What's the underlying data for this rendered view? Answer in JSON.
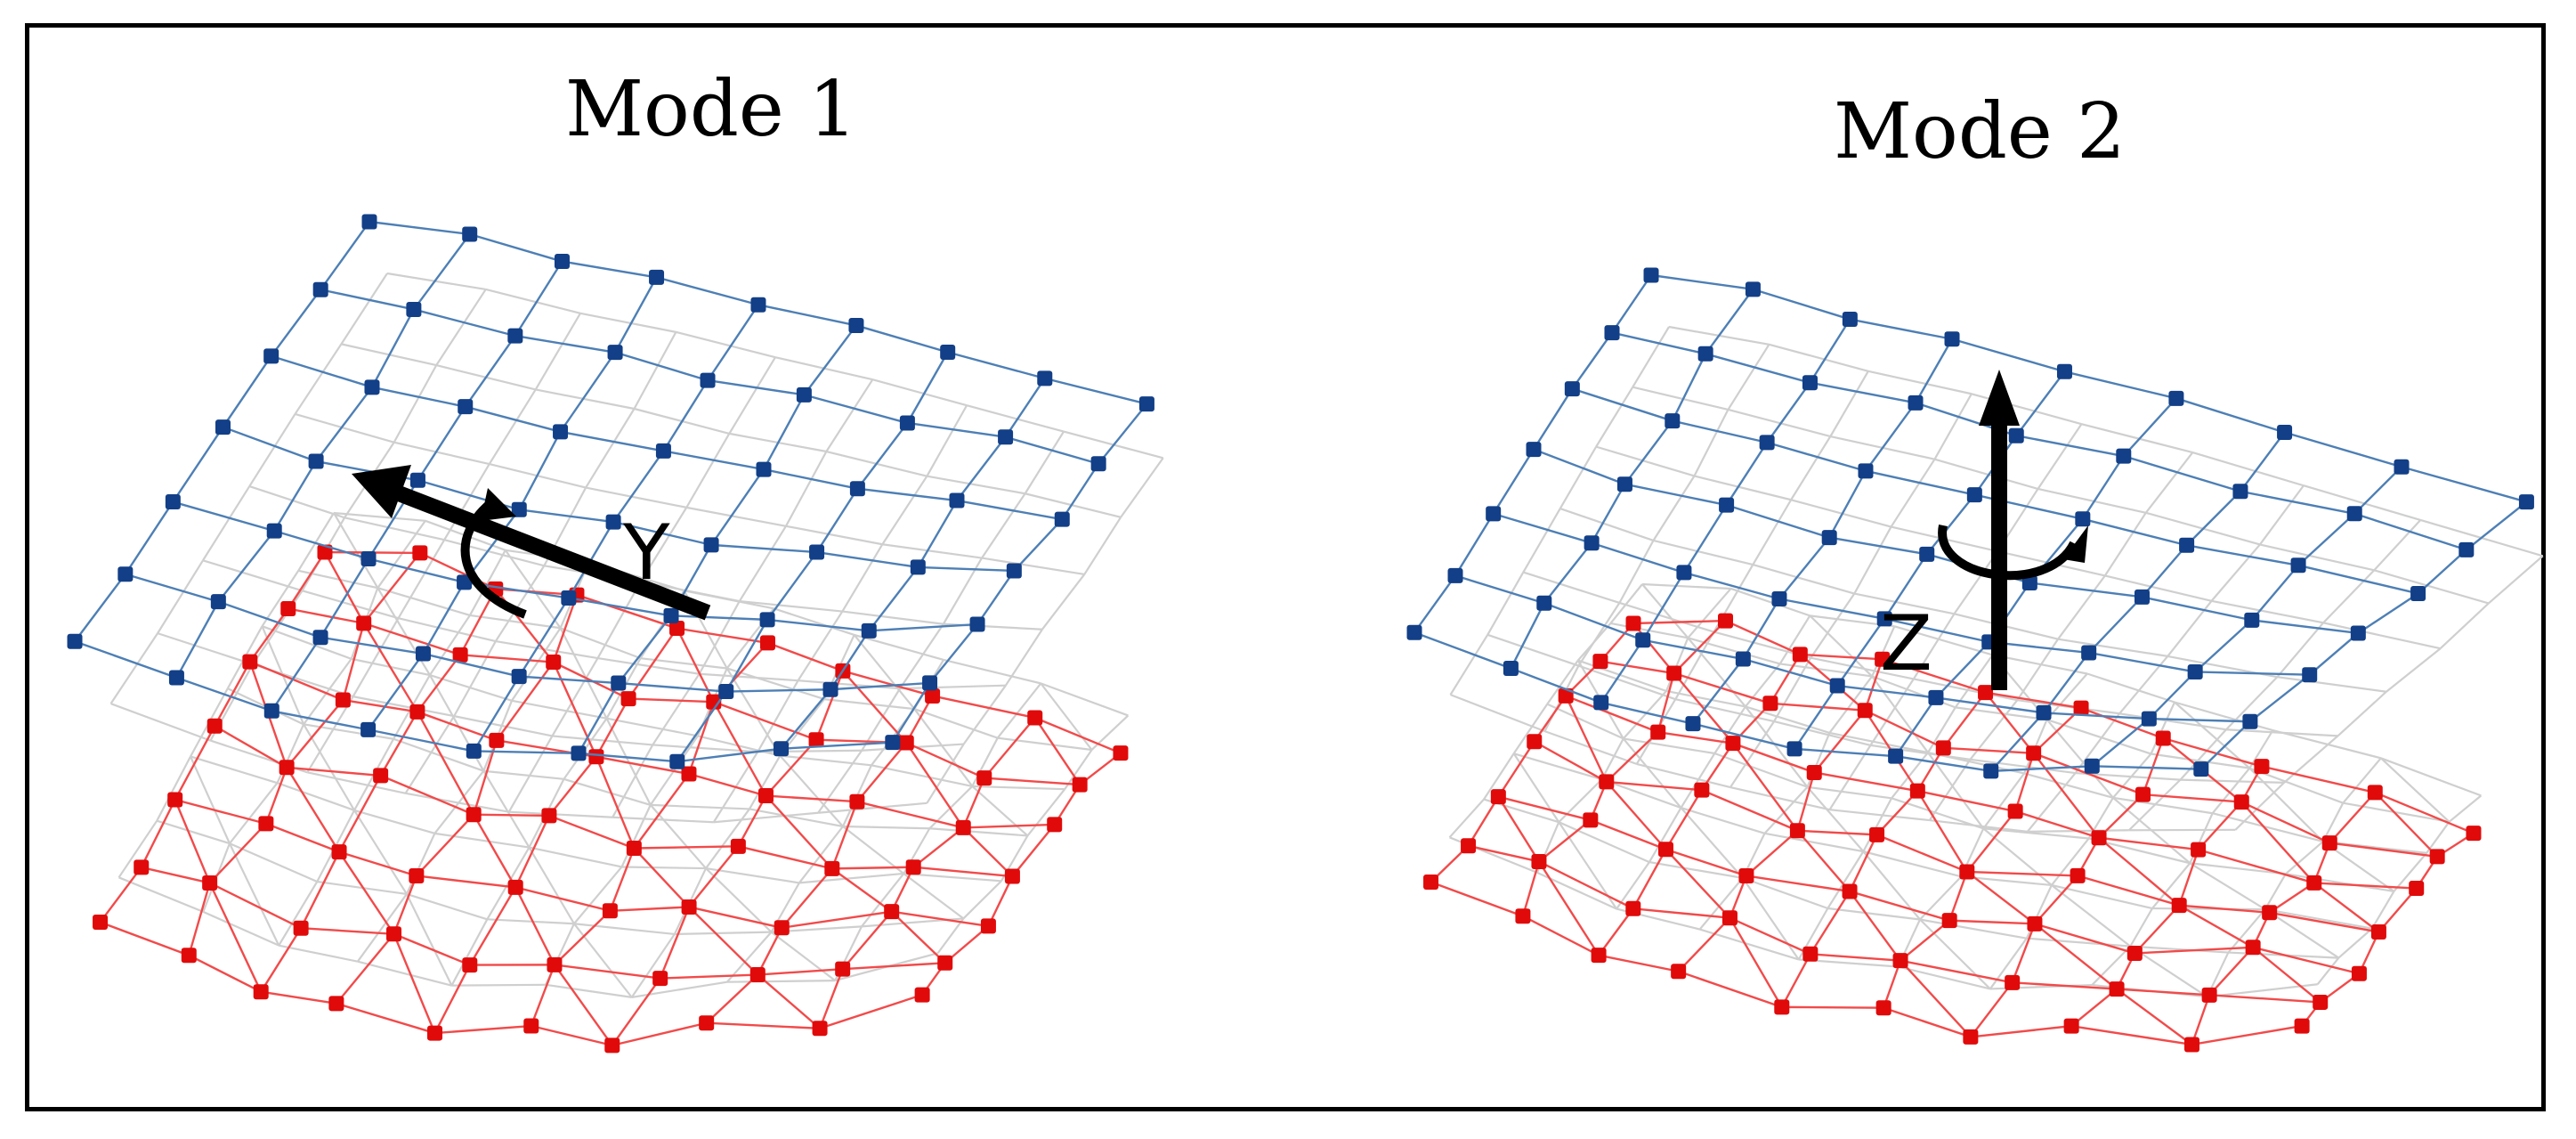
{
  "panels": [
    {
      "title": "Mode 1",
      "axis_label": "Y",
      "colors": {
        "upper_mesh": "#4d7fb5",
        "upper_nodes": "#123f87",
        "lower_mesh": "#f24a4a",
        "lower_nodes": "#e10a0a",
        "reference_mesh": "#cfcfcf",
        "arrow": "#000000"
      }
    },
    {
      "title": "Mode 2",
      "axis_label": "Z",
      "colors": {
        "upper_mesh": "#4d7fb5",
        "upper_nodes": "#123f87",
        "lower_mesh": "#f24a4a",
        "lower_nodes": "#e10a0a",
        "reference_mesh": "#cfcfcf",
        "arrow": "#000000"
      }
    }
  ]
}
